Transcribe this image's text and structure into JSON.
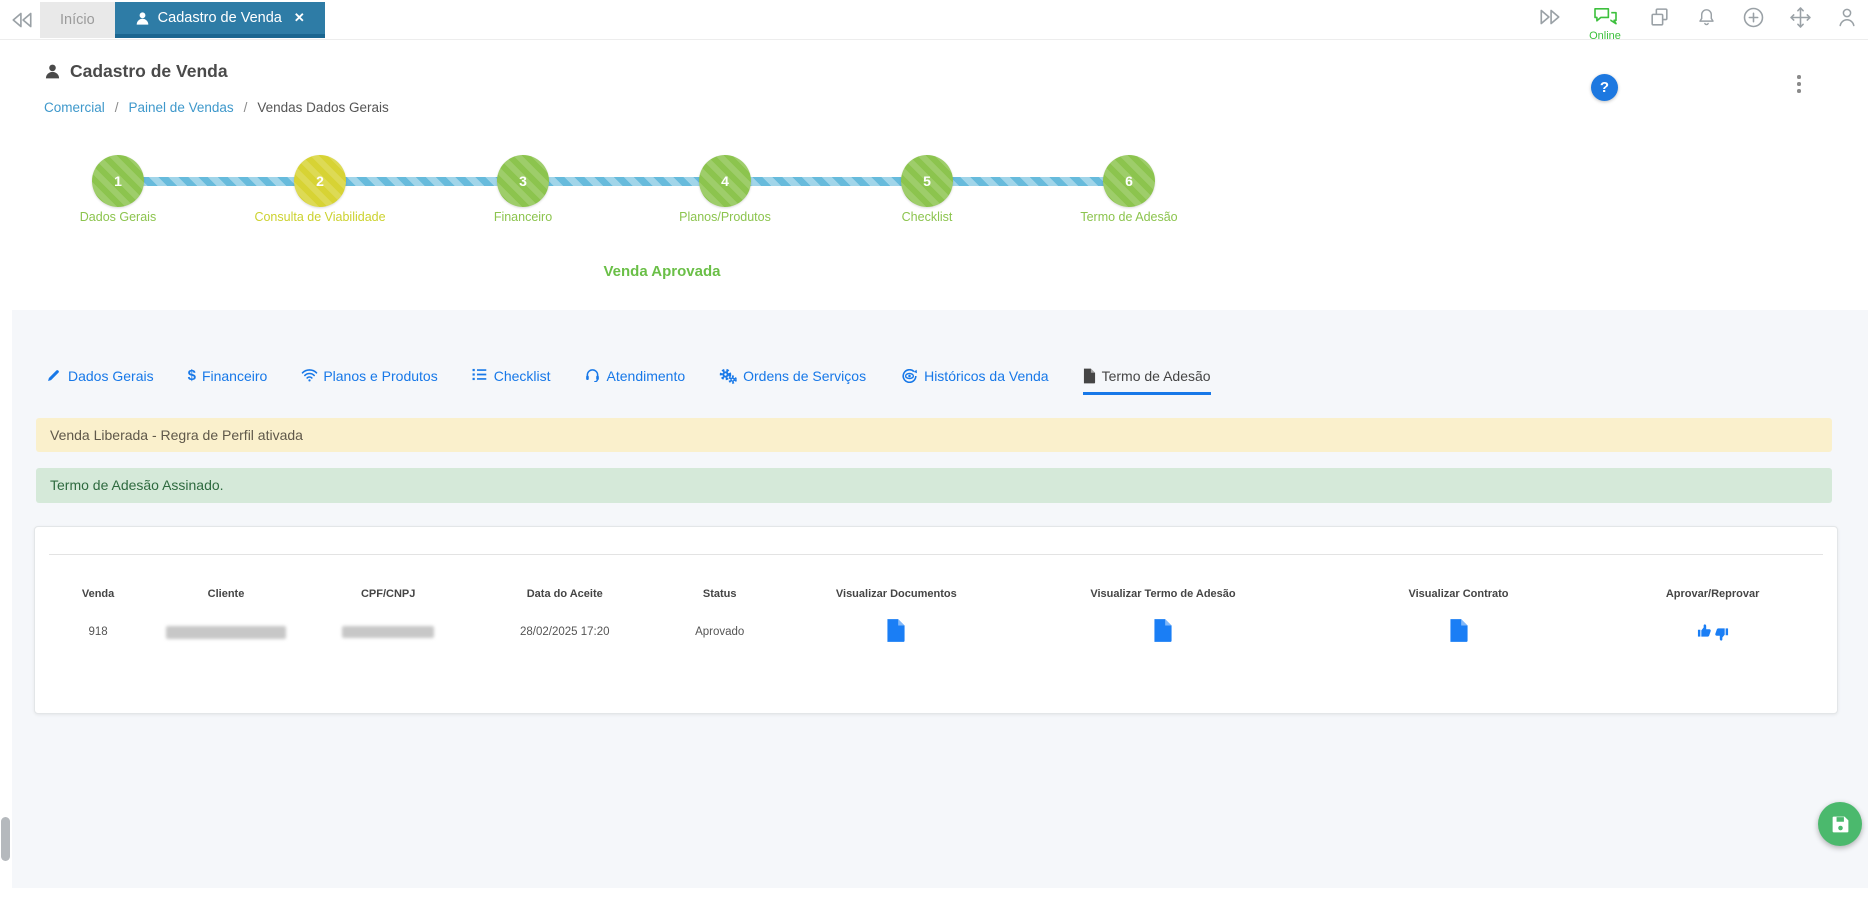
{
  "topbar": {
    "tabs": [
      {
        "label": "Início"
      },
      {
        "label": "Cadastro de Venda",
        "close_glyph": "✕"
      }
    ],
    "online_label": "Online"
  },
  "header": {
    "title": "Cadastro de Venda",
    "breadcrumb": {
      "separator": "/",
      "items": [
        {
          "label": "Comercial"
        },
        {
          "label": "Painel de Vendas"
        },
        {
          "label": "Vendas Dados Gerais"
        }
      ]
    },
    "help_glyph": "?"
  },
  "stepper": {
    "steps": [
      {
        "number": "1",
        "label": "Dados Gerais",
        "state": "green"
      },
      {
        "number": "2",
        "label": "Consulta de Viabilidade",
        "state": "yellow"
      },
      {
        "number": "3",
        "label": "Financeiro",
        "state": "green"
      },
      {
        "number": "4",
        "label": "Planos/Produtos",
        "state": "green"
      },
      {
        "number": "5",
        "label": "Checklist",
        "state": "green"
      },
      {
        "number": "6",
        "label": "Termo de Adesão",
        "state": "green"
      }
    ],
    "status_text": "Venda Aprovada"
  },
  "nav_tabs": {
    "items": [
      {
        "label": "Dados Gerais",
        "icon": "pencil-icon"
      },
      {
        "label": "Financeiro",
        "icon": "dollar-icon",
        "glyph": "$"
      },
      {
        "label": "Planos e Produtos",
        "icon": "wifi-icon"
      },
      {
        "label": "Checklist",
        "icon": "list-icon"
      },
      {
        "label": "Atendimento",
        "icon": "headset-icon"
      },
      {
        "label": "Ordens de Serviços",
        "icon": "gears-icon"
      },
      {
        "label": "Históricos da Venda",
        "icon": "history-icon"
      },
      {
        "label": "Termo de Adesão",
        "icon": "file-icon",
        "active": true
      }
    ]
  },
  "alerts": {
    "warning": "Venda Liberada - Regra de Perfil ativada",
    "success": "Termo de Adesão Assinado."
  },
  "table": {
    "headers": [
      "Venda",
      "Cliente",
      "CPF/CNPJ",
      "Data do Aceite",
      "Status",
      "Visualizar Documentos",
      "Visualizar Termo de Adesão",
      "Visualizar Contrato",
      "Aprovar/Reprovar"
    ],
    "row": {
      "venda": "918",
      "data_aceite": "28/02/2025 17:20",
      "status": "Aprovado"
    }
  },
  "colors": {
    "topbar_tab_active": "#2e7ca6",
    "accent_blue": "#1778e8",
    "link_blue": "#3e98cb",
    "stepper_green": "#8cc44e",
    "stepper_yellow": "#d7d334",
    "connector_blue": "#67bbdc",
    "status_green": "#6abf47",
    "warning_bg": "#faf0cc",
    "success_bg": "#d5e9d9",
    "save_green": "#4bb96d",
    "online_green": "#3dc03d"
  }
}
